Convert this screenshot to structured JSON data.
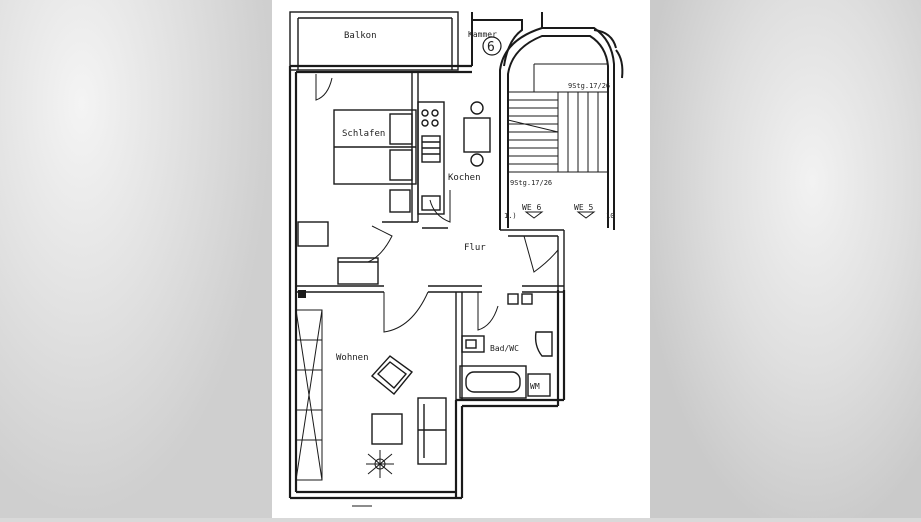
{
  "rooms": {
    "balkon": "Balkon",
    "kammer": "Kammer",
    "kammer_number": "6",
    "schlafen": "Schlafen",
    "kochen": "Kochen",
    "flur": "Flur",
    "wohnen": "Wohnen",
    "bad": "Bad/WC",
    "wm": "WM"
  },
  "stair": {
    "upper_label": "9Stg.17/26",
    "lower_label": "9Stg.17/26",
    "unit_left": "WE 6",
    "unit_right": "WE 5",
    "left_num": "1.)",
    "right_num": "10"
  }
}
